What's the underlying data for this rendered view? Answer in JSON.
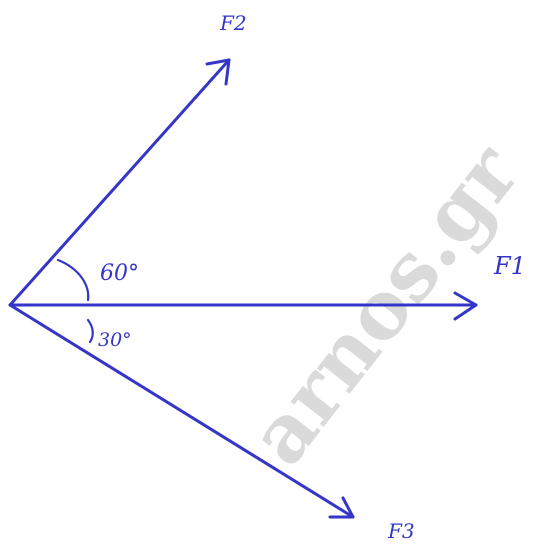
{
  "diagram": {
    "vectors": [
      {
        "id": "F1",
        "label": "F1",
        "angle_deg": 0
      },
      {
        "id": "F2",
        "label": "F2",
        "angle_deg": 60
      },
      {
        "id": "F3",
        "label": "F3",
        "angle_deg": -30
      }
    ],
    "angles": {
      "upper": "60°",
      "lower": "30°"
    },
    "watermark": "arnos.gr",
    "color": "#3535c8"
  }
}
